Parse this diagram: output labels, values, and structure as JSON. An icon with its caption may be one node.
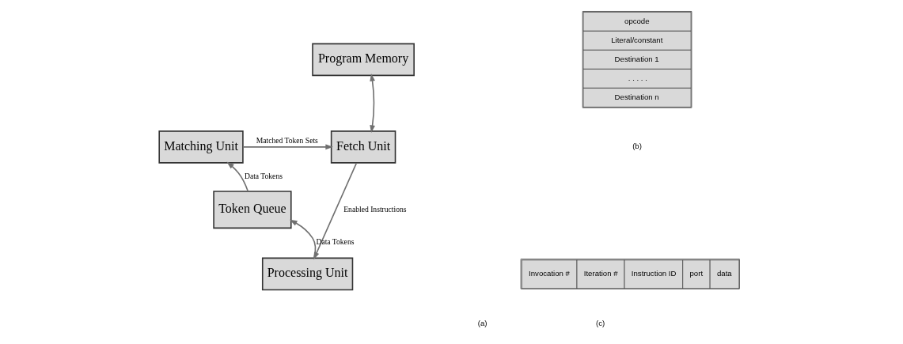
{
  "diagram": {
    "nodes": [
      {
        "text": [
          "Program Memory"
        ]
      },
      {
        "text": [
          "Matching Unit"
        ]
      },
      {
        "text": [
          "Fetch Unit"
        ]
      },
      {
        "text": [
          "Token Queue"
        ]
      },
      {
        "text": [
          "Processing Unit"
        ]
      }
    ],
    "edges": [
      {
        "from": 3,
        "to": 1,
        "arrow": "to",
        "label": "Data Tokens"
      },
      {
        "from": 1,
        "to": 2,
        "arrow": "to",
        "label": "Matched Token Sets"
      },
      {
        "from": 2,
        "to": 0,
        "arrow": "both"
      },
      {
        "from": 2,
        "to": 4,
        "arrow": "to",
        "label": "Enabled Instructions"
      },
      {
        "from": 4,
        "to": 3,
        "arrow": "to",
        "label": "Data Tokens"
      }
    ],
    "labels": [
      "opcode",
      "Literal/constant",
      "Destination 1",
      ". . . . .",
      "Destination n",
      "(b)",
      "Invocation #",
      "Iteration #",
      "Instruction ID",
      "port",
      "data",
      "(a)",
      "(c)"
    ]
  }
}
